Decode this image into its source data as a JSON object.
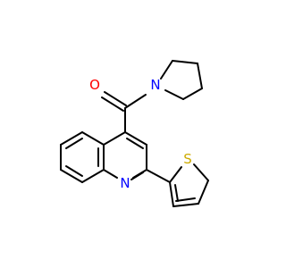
{
  "atoms": {
    "oxygen": {
      "symbol": "O",
      "color": "#ff0000"
    },
    "pyrrolidine_nitrogen": {
      "symbol": "N",
      "color": "#0000ff"
    },
    "quinoline_nitrogen": {
      "symbol": "N",
      "color": "#0000ff"
    },
    "sulfur": {
      "symbol": "S",
      "color": "#ccaa00"
    }
  },
  "colors": {
    "bond": "#000000",
    "background": "#ffffff"
  }
}
